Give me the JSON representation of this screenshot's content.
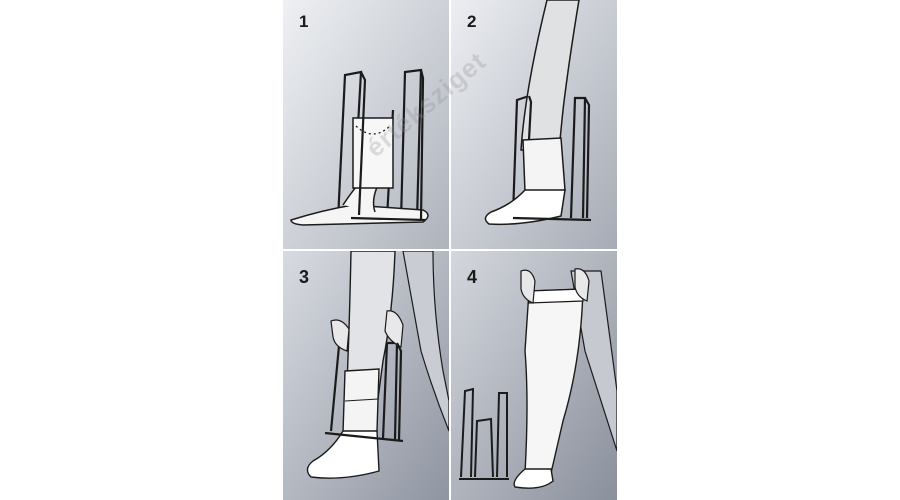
{
  "panels": [
    {
      "step": "1"
    },
    {
      "step": "2"
    },
    {
      "step": "3"
    },
    {
      "step": "4"
    }
  ],
  "watermark": "értéksziget",
  "colors": {
    "background": "#ffffff",
    "panel_light": "#e8eaee",
    "panel_dark": "#9da3ae",
    "outline": "#1b1b1b",
    "stocking": "#f4f4f4",
    "skin": "#ffffff"
  }
}
